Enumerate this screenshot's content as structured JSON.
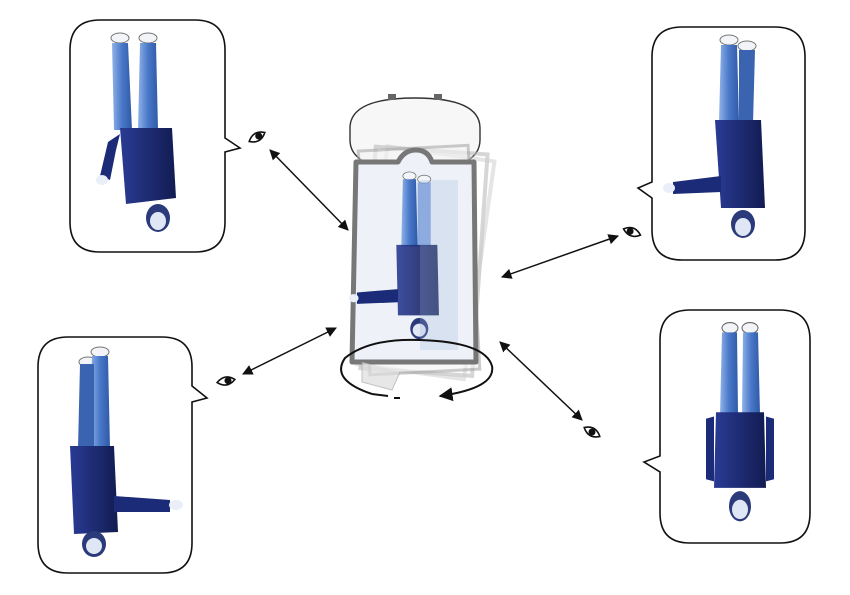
{
  "diagram": {
    "description_free": true,
    "views": [
      {
        "id": "top-left",
        "pose": "arm-bent"
      },
      {
        "id": "top-right",
        "pose": "arm-extended-left"
      },
      {
        "id": "bottom-left",
        "pose": "arm-extended-right"
      },
      {
        "id": "bottom-right",
        "pose": "arms-down"
      }
    ],
    "colors": {
      "line": "#111111",
      "jeans": "#4a78c8",
      "jeans_light": "#8fb2e8",
      "shirt": "#1c2b78",
      "shirt_dark": "#121c52",
      "skin": "#e9eef8",
      "shoe": "#f2f4f8",
      "device": "#8a8a8a",
      "device_light": "#c9c9c9"
    },
    "icons": [
      "eye-icon",
      "rotation-arrow-icon",
      "double-arrow-icon"
    ]
  }
}
